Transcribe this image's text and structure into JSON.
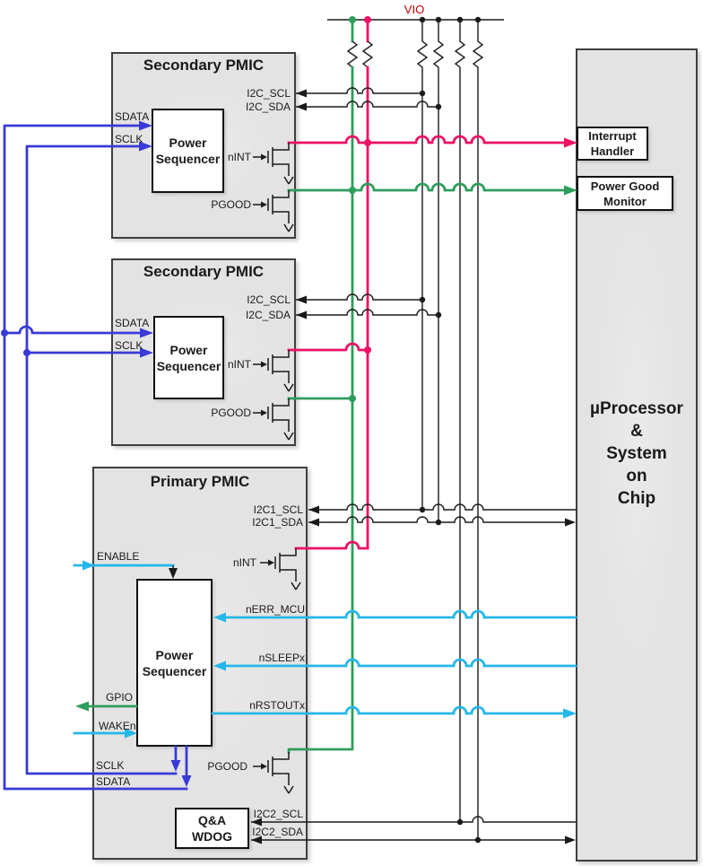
{
  "vio": {
    "label": "VIO"
  },
  "secondary_pmic_1": {
    "title": "Secondary PMIC",
    "seq_line1": "Power",
    "seq_line2": "Sequencer",
    "sdata": "SDATA",
    "sclk": "SCLK",
    "i2c_scl": "I2C_SCL",
    "i2c_sda": "I2C_SDA",
    "nint": "nINT",
    "pgood": "PGOOD"
  },
  "secondary_pmic_2": {
    "title": "Secondary PMIC",
    "seq_line1": "Power",
    "seq_line2": "Sequencer",
    "sdata": "SDATA",
    "sclk": "SCLK",
    "i2c_scl": "I2C_SCL",
    "i2c_sda": "I2C_SDA",
    "nint": "nINT",
    "pgood": "PGOOD"
  },
  "primary_pmic": {
    "title": "Primary PMIC",
    "seq_line1": "Power",
    "seq_line2": "Sequencer",
    "enable": "ENABLE",
    "i2c1_scl": "I2C1_SCL",
    "i2c1_sda": "I2C1_SDA",
    "nint": "nINT",
    "nerr_mcu": "nERR_MCU",
    "nsleepx": "nSLEEPx",
    "nrstoutx": "nRSTOUTx",
    "gpio": "GPIO",
    "waken": "WAKEn",
    "sclk": "SCLK",
    "sdata": "SDATA",
    "pgood": "PGOOD",
    "i2c2_scl": "I2C2_SCL",
    "i2c2_sda": "I2C2_SDA",
    "wdog_line1": "Q&A",
    "wdog_line2": "WDOG"
  },
  "soc": {
    "line1": "µProcessor",
    "line2": "&",
    "line3": "System",
    "line4": "on",
    "line5": "Chip",
    "interrupt_handler_line1": "Interrupt",
    "interrupt_handler_line2": "Handler",
    "power_good_line1": "Power Good",
    "power_good_line2": "Monitor"
  },
  "colors": {
    "wire_black": "#1a1a1a",
    "nint_pink": "#EE1164",
    "pgood_green": "#2E9D5C",
    "serial_blue": "#3A3AD8",
    "control_cyan": "#24B7EA",
    "vio_red": "#C00000",
    "box_fill": "#E3E3E3",
    "box_border": "#3F3F3F"
  }
}
